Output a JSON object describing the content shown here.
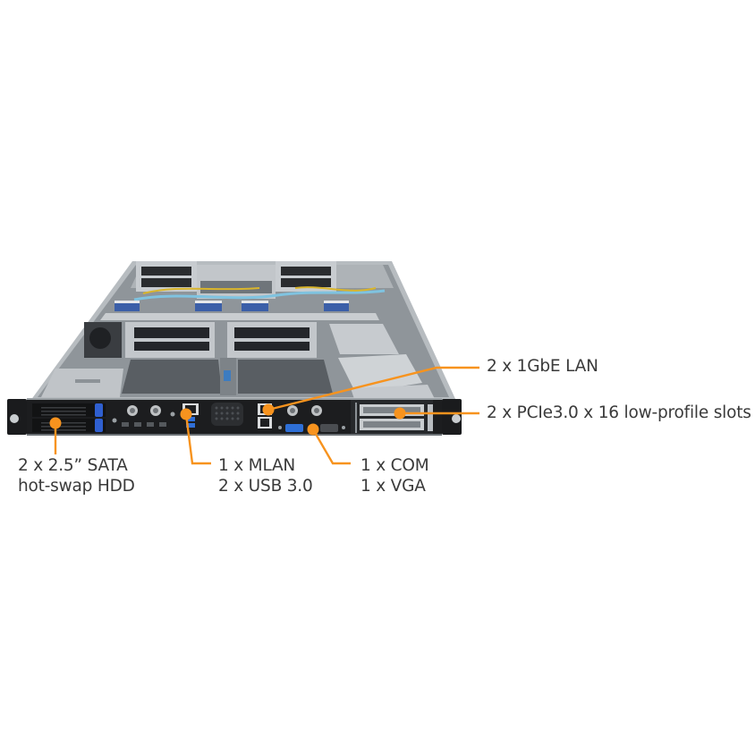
{
  "product": {
    "subject": "1U rack server, front view with component callouts"
  },
  "colors": {
    "accent": "#f7931e",
    "label_text": "#3a3a3a",
    "background": "#ffffff",
    "chassis_light": "#c9cdd0",
    "chassis_mid": "#9aa0a4",
    "chassis_dark": "#2b2d30",
    "front_panel": "#1c1d1f",
    "hdd_latch_blue": "#2f5fd0",
    "vga_blue": "#2e6fd6",
    "cable_yellow": "#d9b52c",
    "cable_blue": "#7fc3e0"
  },
  "callouts": [
    {
      "id": "lan",
      "lines": [
        "2 x 1GbE LAN"
      ]
    },
    {
      "id": "pcie",
      "lines": [
        "2 x PCIe3.0 x 16 low-profile slots"
      ]
    },
    {
      "id": "hdd",
      "lines": [
        "2 x 2.5” SATA",
        "hot-swap HDD"
      ]
    },
    {
      "id": "mlan",
      "lines": [
        "1 x MLAN",
        "2 x USB 3.0"
      ]
    },
    {
      "id": "com",
      "lines": [
        "1 x COM",
        "1 x VGA"
      ]
    }
  ]
}
